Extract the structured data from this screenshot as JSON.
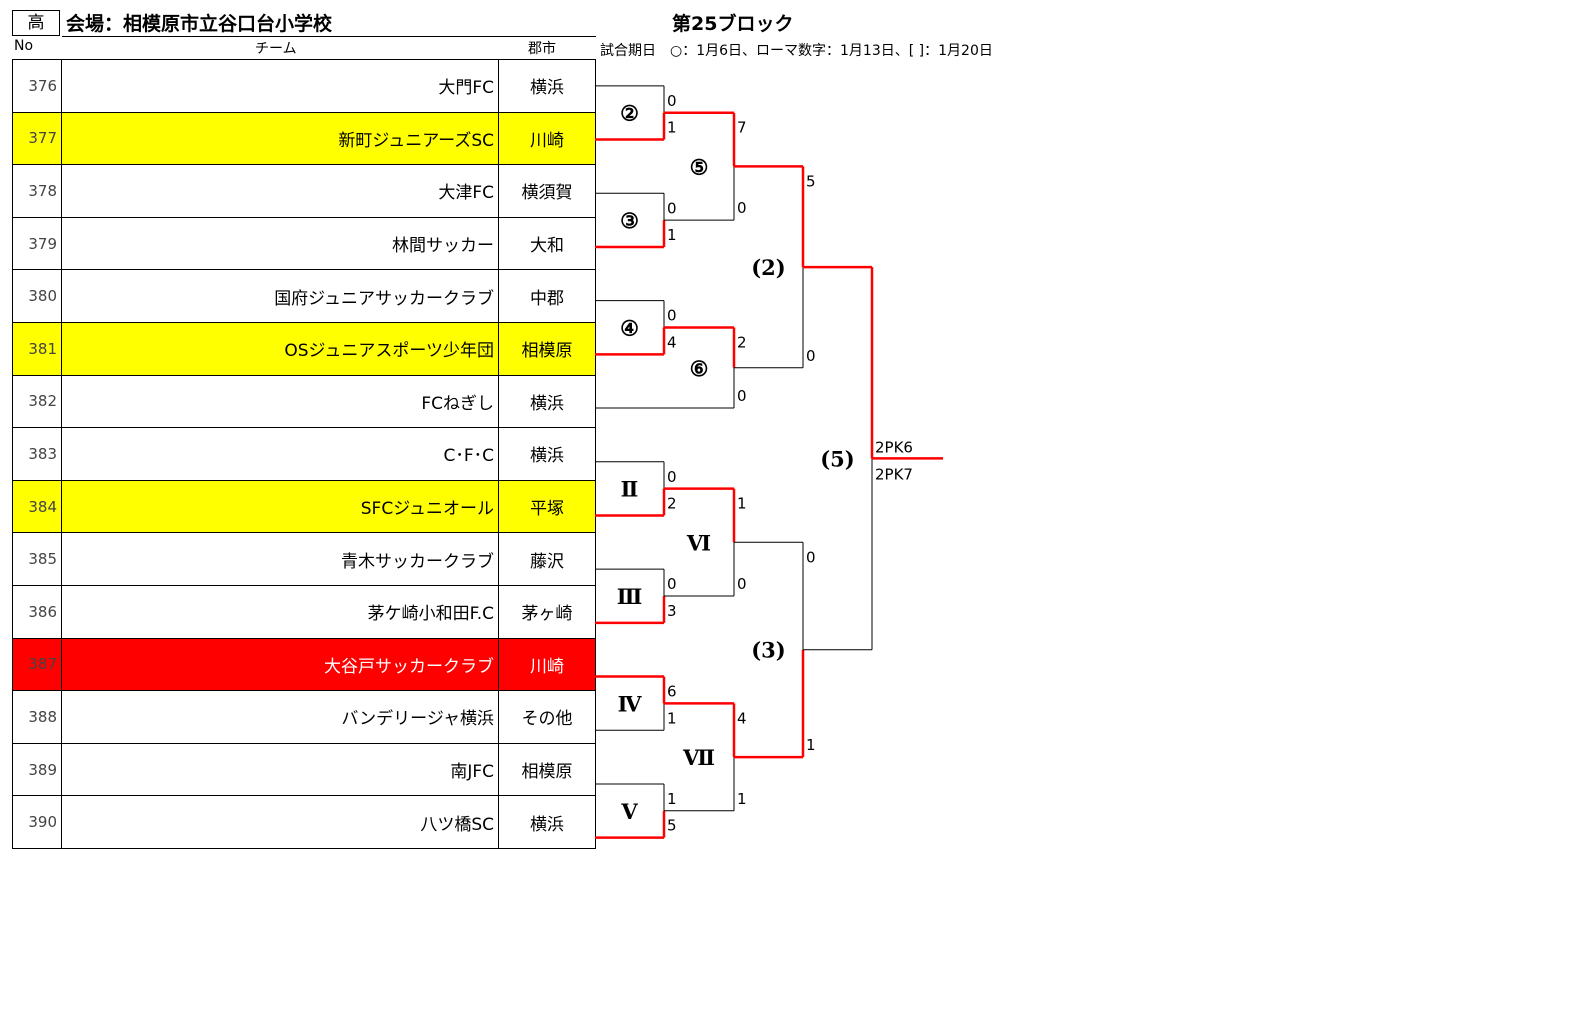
{
  "header": {
    "grade": "高",
    "venue": "会場：相模原市立谷口台小学校",
    "block_title": "第25ブロック",
    "legend": "試合期日　○：1月6日、ローマ数字：1月13日、[ ]：1月20日",
    "col_no": "No",
    "col_team": "チーム",
    "col_city": "郡市"
  },
  "colors": {
    "highlight_yellow": "#ffff00",
    "highlight_red": "#ff0000",
    "win_line": "#ff0000"
  },
  "teams": [
    {
      "no": "376",
      "name": "大門FC",
      "city": "横浜",
      "highlight": "none"
    },
    {
      "no": "377",
      "name": "新町ジュニアーズSC",
      "city": "川崎",
      "highlight": "yellow"
    },
    {
      "no": "378",
      "name": "大津FC",
      "city": "横須賀",
      "highlight": "none"
    },
    {
      "no": "379",
      "name": "林間サッカー",
      "city": "大和",
      "highlight": "none"
    },
    {
      "no": "380",
      "name": "国府ジュニアサッカークラブ",
      "city": "中郡",
      "highlight": "none"
    },
    {
      "no": "381",
      "name": "OSジュニアスポーツ少年団",
      "city": "相模原",
      "highlight": "yellow"
    },
    {
      "no": "382",
      "name": "FCねぎし",
      "city": "横浜",
      "highlight": "none"
    },
    {
      "no": "383",
      "name": "C･F･C",
      "city": "横浜",
      "highlight": "none"
    },
    {
      "no": "384",
      "name": "SFCジュニオール",
      "city": "平塚",
      "highlight": "yellow"
    },
    {
      "no": "385",
      "name": "青木サッカークラブ",
      "city": "藤沢",
      "highlight": "none"
    },
    {
      "no": "386",
      "name": "茅ケ崎小和田F.C",
      "city": "茅ヶ崎",
      "highlight": "none"
    },
    {
      "no": "387",
      "name": "大谷戸サッカークラブ",
      "city": "川崎",
      "highlight": "red"
    },
    {
      "no": "388",
      "name": "バンデリージャ横浜",
      "city": "その他",
      "highlight": "none"
    },
    {
      "no": "389",
      "name": "南JFC",
      "city": "相模原",
      "highlight": "none"
    },
    {
      "no": "390",
      "name": "八ツ橋SC",
      "city": "横浜",
      "highlight": "none"
    }
  ],
  "bracket": {
    "labels": [
      "②",
      "③",
      "④",
      "⑤",
      "⑥",
      "(2)",
      "Ⅱ",
      "Ⅲ",
      "Ⅳ",
      "Ⅴ",
      "Ⅵ",
      "Ⅶ",
      "(3)",
      "(5)"
    ],
    "scores": [
      "0",
      "1",
      "0",
      "1",
      "0",
      "4",
      "7",
      "0",
      "2",
      "0",
      "5",
      "0",
      "0",
      "2",
      "0",
      "3",
      "6",
      "1",
      "1",
      "5",
      "1",
      "0",
      "4",
      "1",
      "0",
      "1",
      "2PK6",
      "2PK7"
    ]
  }
}
